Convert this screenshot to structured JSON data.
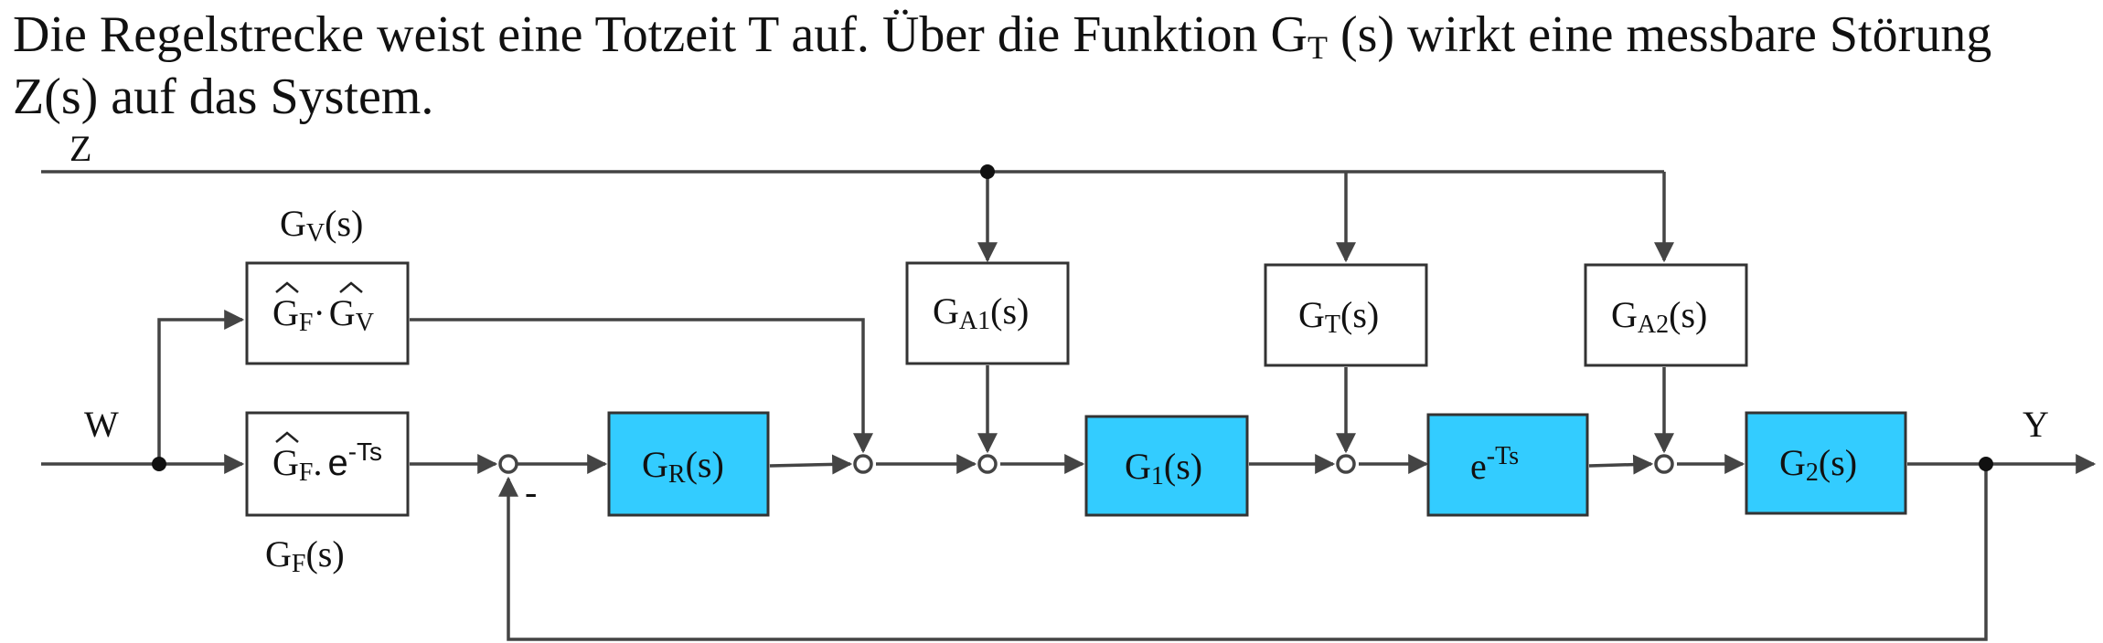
{
  "intro": {
    "part1": "Die Regelstrecke weist eine Totzeit T auf. Über die Funktion G",
    "part1_sub": "T",
    "part2": " (s) wirkt eine messbare Störung Z(s) auf das System."
  },
  "signals": {
    "z": "Z",
    "w": "W",
    "y": "Y",
    "minus": "-"
  },
  "blocks": {
    "gv_label": {
      "main": "G",
      "sub": "V",
      "tail": "(s)"
    },
    "gf_label": {
      "main": "G",
      "sub": "F",
      "tail": "(s)"
    },
    "gf_gv": {
      "g1": "G",
      "s1": "F",
      "dot": "·",
      "g2": "G",
      "s2": "V"
    },
    "gf_delay": {
      "g": "G",
      "s": "F",
      "dot": ".",
      "e": "e",
      "exp": "-Ts"
    },
    "ga1": {
      "main": "G",
      "sub": "A1",
      "tail": "(s)"
    },
    "gt": {
      "main": "G",
      "sub": "T",
      "tail": "(s)"
    },
    "ga2": {
      "main": "G",
      "sub": "A2",
      "tail": "(s)"
    },
    "gr": {
      "main": "G",
      "sub": "R",
      "tail": "(s)"
    },
    "g1": {
      "main": "G",
      "sub": "1",
      "tail": "(s)"
    },
    "delay": {
      "e": "e",
      "exp": "-Ts"
    },
    "g2": {
      "main": "G",
      "sub": "2",
      "tail": "(s)"
    }
  },
  "colors": {
    "accent": "#33ccff",
    "line": "#444444",
    "box_border": "#333333"
  }
}
